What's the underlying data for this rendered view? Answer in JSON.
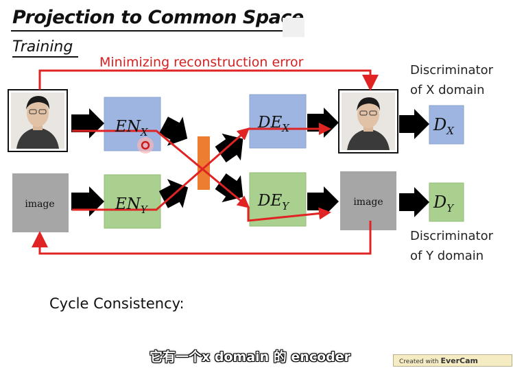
{
  "slide": {
    "title": "Projection to Common Space",
    "subtitle": "Training",
    "reconstruction_label": "Minimizing reconstruction error",
    "cycle_label": "Cycle Consistency:"
  },
  "diagram": {
    "image_box_label_top": "image",
    "image_box_label_bottom": "image",
    "encoder_x": {
      "base": "EN",
      "sub": "X"
    },
    "encoder_y": {
      "base": "EN",
      "sub": "Y"
    },
    "decoder_x": {
      "base": "DE",
      "sub": "X"
    },
    "decoder_y": {
      "base": "DE",
      "sub": "Y"
    },
    "disc_x": {
      "base": "D",
      "sub": "X"
    },
    "disc_y": {
      "base": "D",
      "sub": "Y"
    },
    "disc_x_label_line1": "Discriminator",
    "disc_x_label_line2": "of X domain",
    "disc_y_label_line1": "Discriminator",
    "disc_y_label_line2": "of Y domain"
  },
  "caption": {
    "subtitle_text": "它有一个x domain 的 encoder"
  },
  "watermark": {
    "prefix": "Created with ",
    "brand": "EverCam"
  },
  "colors": {
    "encoder_x": "#9db5e0",
    "encoder_y": "#a9d08e",
    "decoder_x": "#9db5e0",
    "decoder_y": "#a9d08e",
    "latent": "#ed7d31",
    "image_box": "#a6a6a6",
    "arrow_red": "#e02424",
    "arrow_black": "#000000"
  }
}
